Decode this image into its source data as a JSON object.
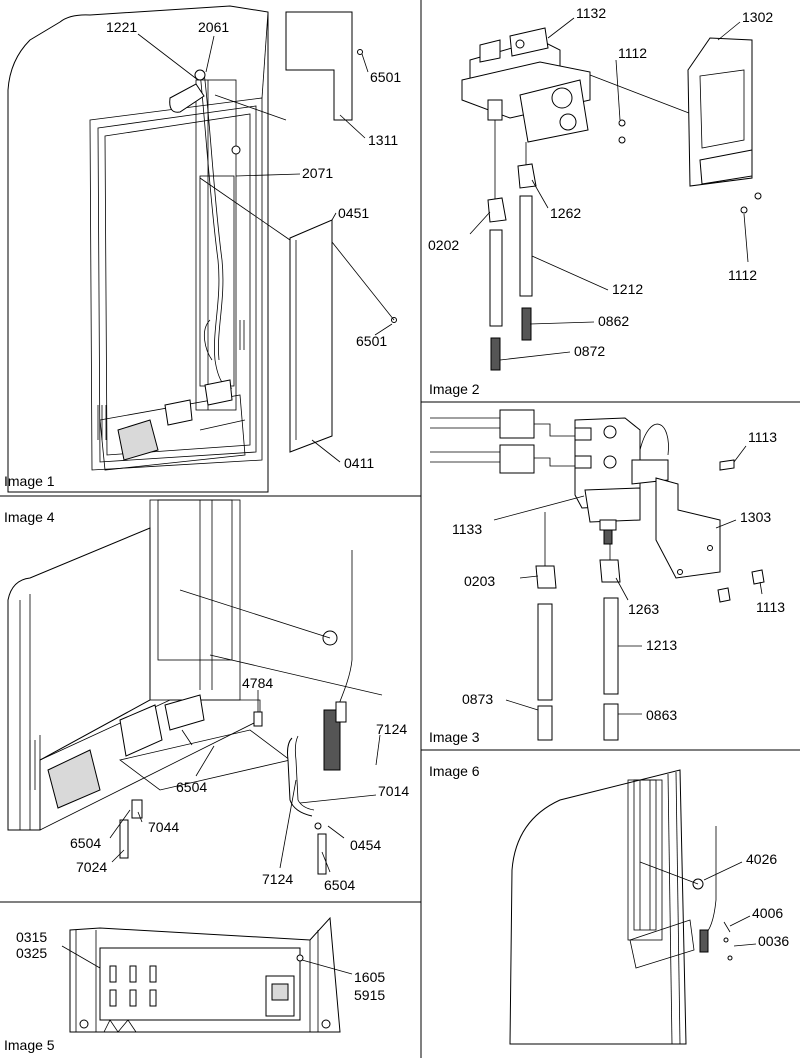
{
  "panels": [
    {
      "id": "image1",
      "title": "Image 1"
    },
    {
      "id": "image2",
      "title": "Image 2"
    },
    {
      "id": "image3",
      "title": "Image 3"
    },
    {
      "id": "image4",
      "title": "Image 4"
    },
    {
      "id": "image5",
      "title": "Image 5"
    },
    {
      "id": "image6",
      "title": "Image 6"
    }
  ],
  "callouts": {
    "image1": [
      "1221",
      "2061",
      "6501",
      "1311",
      "2071",
      "0451",
      "6501",
      "0411"
    ],
    "image2": [
      "1132",
      "1302",
      "1112",
      "1262",
      "0202",
      "1112",
      "1212",
      "0862",
      "0872"
    ],
    "image3": [
      "1113",
      "1133",
      "1303",
      "0203",
      "1263",
      "1113",
      "1213",
      "0873",
      "0863"
    ],
    "image4": [
      "4784",
      "7124",
      "6504",
      "7014",
      "6504",
      "7044",
      "7024",
      "0454",
      "7124",
      "6504"
    ],
    "image5": [
      "0315",
      "0325",
      "1605",
      "5915"
    ],
    "image6": [
      "4026",
      "4006",
      "0036"
    ]
  }
}
